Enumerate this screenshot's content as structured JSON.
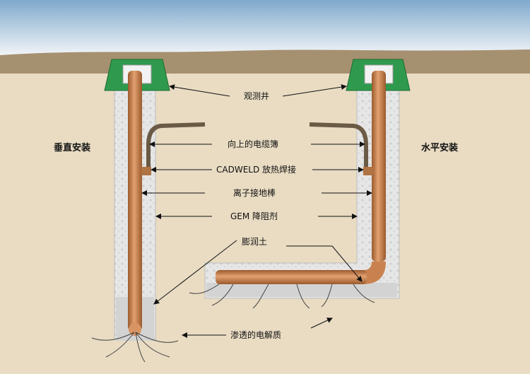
{
  "labels": {
    "vertical_install": "垂直安装",
    "horizontal_install": "水平安装",
    "inspection_well": "观测井",
    "cable_up": "向上的电缆簿",
    "cadweld": "CADWELD 放热焊接",
    "ion_rod": "离子接地棒",
    "gem": "GEM 降阻剂",
    "expansive_soil": "膨润土",
    "electrolyte": "渗透的电解质"
  },
  "colors": {
    "sky_top": "#7fa9cc",
    "sky_bottom": "#f4f6f8",
    "ground": "#e9dcc3",
    "topsoil": "#a59070",
    "backfill": "#e4e4e4",
    "copper": "#c9824f",
    "well_cap": "#2f9a4d"
  }
}
